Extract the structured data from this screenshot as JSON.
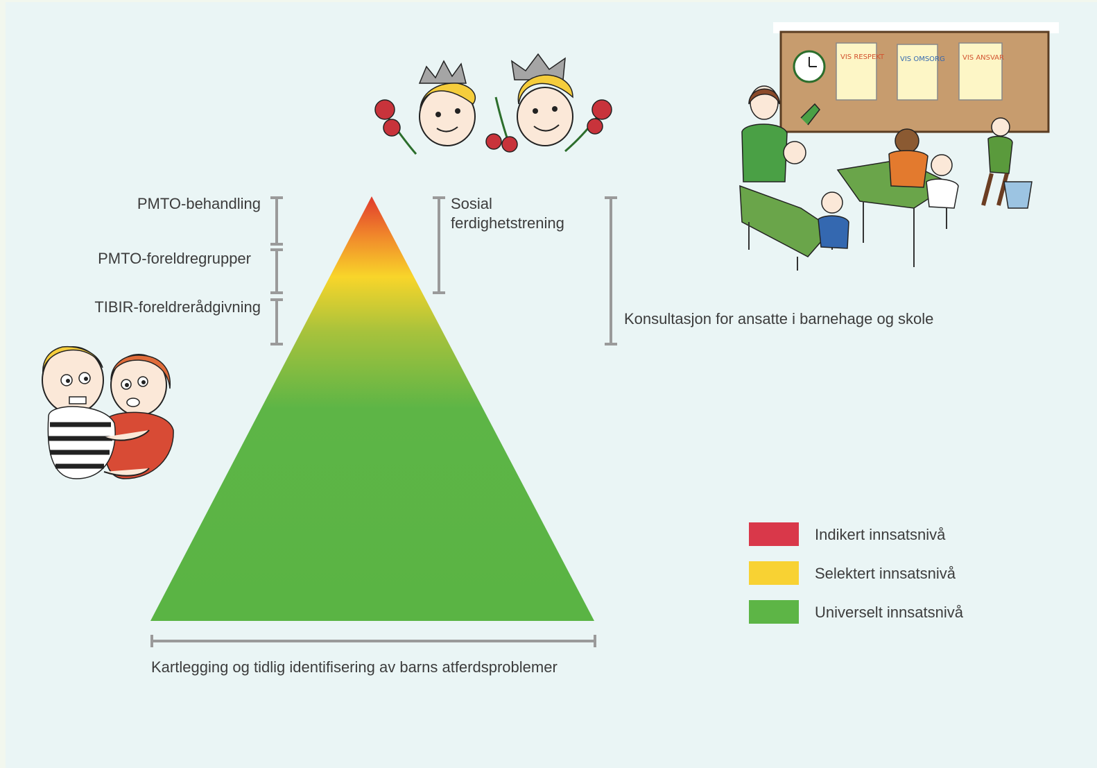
{
  "pyramid": {
    "levels_gradient": [
      "#e03a2c",
      "#f3a427",
      "#f8d52a",
      "#a3c23b",
      "#5db546"
    ]
  },
  "left_labels": [
    {
      "text": "PMTO-behandling"
    },
    {
      "text": "PMTO-foreldregrupper"
    },
    {
      "text": "TIBIR-foreldrerådgivning"
    }
  ],
  "right_labels": {
    "social_line1": "Sosial",
    "social_line2": "ferdighetstrening",
    "consultation": "Konsultasjon for ansatte i barnehage og skole"
  },
  "bottom_label": "Kartlegging og tidlig identifisering av barns atferdsproblemer",
  "legend": [
    {
      "label": "Indikert innsatsnivå",
      "color": "#d9384a"
    },
    {
      "label": "Selektert innsatsnivå",
      "color": "#f8d233"
    },
    {
      "label": "Universelt innsatsnivå",
      "color": "#5db546"
    }
  ],
  "illustrations": {
    "posters": [
      "VIS RESPEKT",
      "VIS OMSORG",
      "VIS ANSVAR"
    ]
  },
  "colors": {
    "bracket": "#9a9a9a",
    "background": "#eaf5f5"
  }
}
